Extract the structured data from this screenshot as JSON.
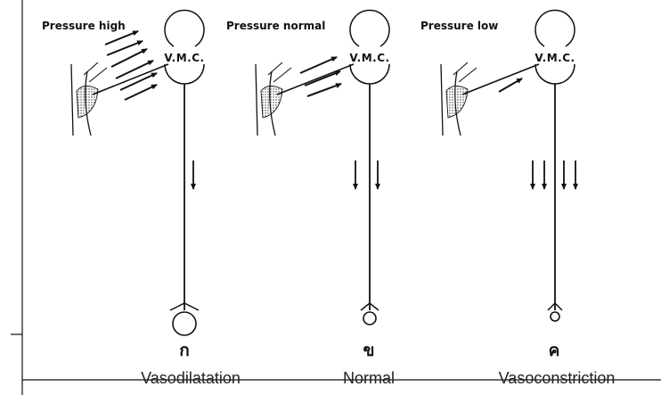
{
  "panels": [
    {
      "condition": "Pressure high",
      "center": "V.M.C.",
      "afferent_arrows": 6,
      "efferent_arrows": 1,
      "thai_label": "ก",
      "caption": "Vasodilatation"
    },
    {
      "condition": "Pressure normal",
      "center": "V.M.C.",
      "afferent_arrows": 3,
      "efferent_arrows": 2,
      "thai_label": "ข",
      "caption": "Normal"
    },
    {
      "condition": "Pressure low",
      "center": "V.M.C.",
      "afferent_arrows": 1,
      "efferent_arrows": 4,
      "thai_label": "ค",
      "caption": "Vasoconstriction"
    }
  ],
  "colors": {
    "ink": "#111111",
    "stipple": "#333333",
    "caption": "#222222"
  }
}
